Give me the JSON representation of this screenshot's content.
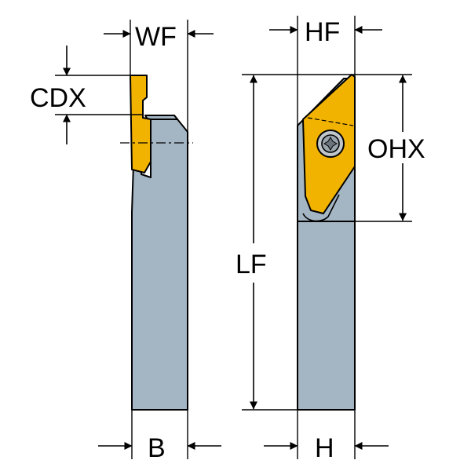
{
  "labels": {
    "wf": "WF",
    "cdx": "CDX",
    "b": "B",
    "hf": "HF",
    "ohx": "OHX",
    "lf": "LF",
    "h": "H"
  },
  "colors": {
    "shank": "#a4b5c3",
    "insert": "#f2b300",
    "screw": "#bfc6cc",
    "line": "#000000",
    "background": "#ffffff"
  }
}
